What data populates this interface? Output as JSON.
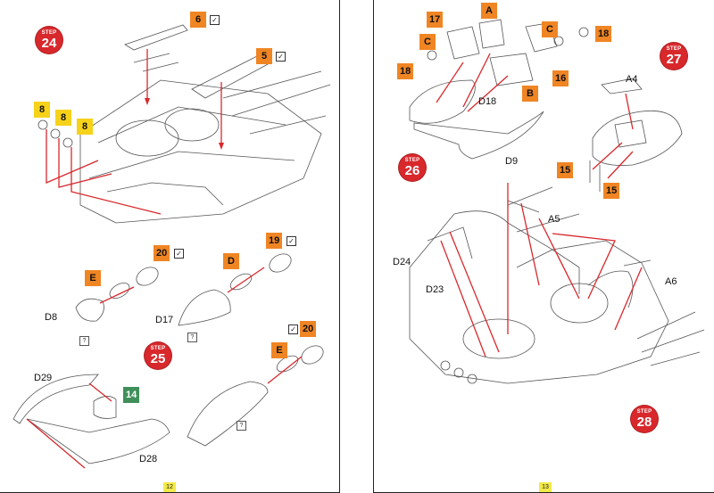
{
  "pages": [
    {
      "page_number": "12",
      "steps": [
        {
          "word": "STEP",
          "number": "24"
        },
        {
          "word": "STEP",
          "number": "25"
        }
      ],
      "tags": [
        "6",
        "5",
        "8",
        "8",
        "8",
        "20",
        "19",
        "E",
        "D",
        "20",
        "E",
        "14"
      ],
      "part_labels": [
        "D8",
        "D17",
        "D29",
        "D28"
      ],
      "check_mark": "✓",
      "unknown_mark": "?"
    },
    {
      "page_number": "13",
      "steps": [
        {
          "word": "STEP",
          "number": "27"
        },
        {
          "word": "STEP",
          "number": "26"
        },
        {
          "word": "STEP",
          "number": "28"
        }
      ],
      "tags": [
        "17",
        "A",
        "C",
        "C",
        "18",
        "18",
        "B",
        "16",
        "15",
        "15"
      ],
      "part_labels": [
        "A4",
        "D18",
        "D9",
        "A5",
        "D24",
        "D23",
        "A6"
      ]
    }
  ],
  "colors": {
    "step": "#d8282c",
    "tag_orange": "#f08524",
    "tag_yellow": "#f6d21a",
    "tag_green": "#3f8f5a",
    "arrow": "#d8282c",
    "page_number_bg": "#f2e94a"
  }
}
